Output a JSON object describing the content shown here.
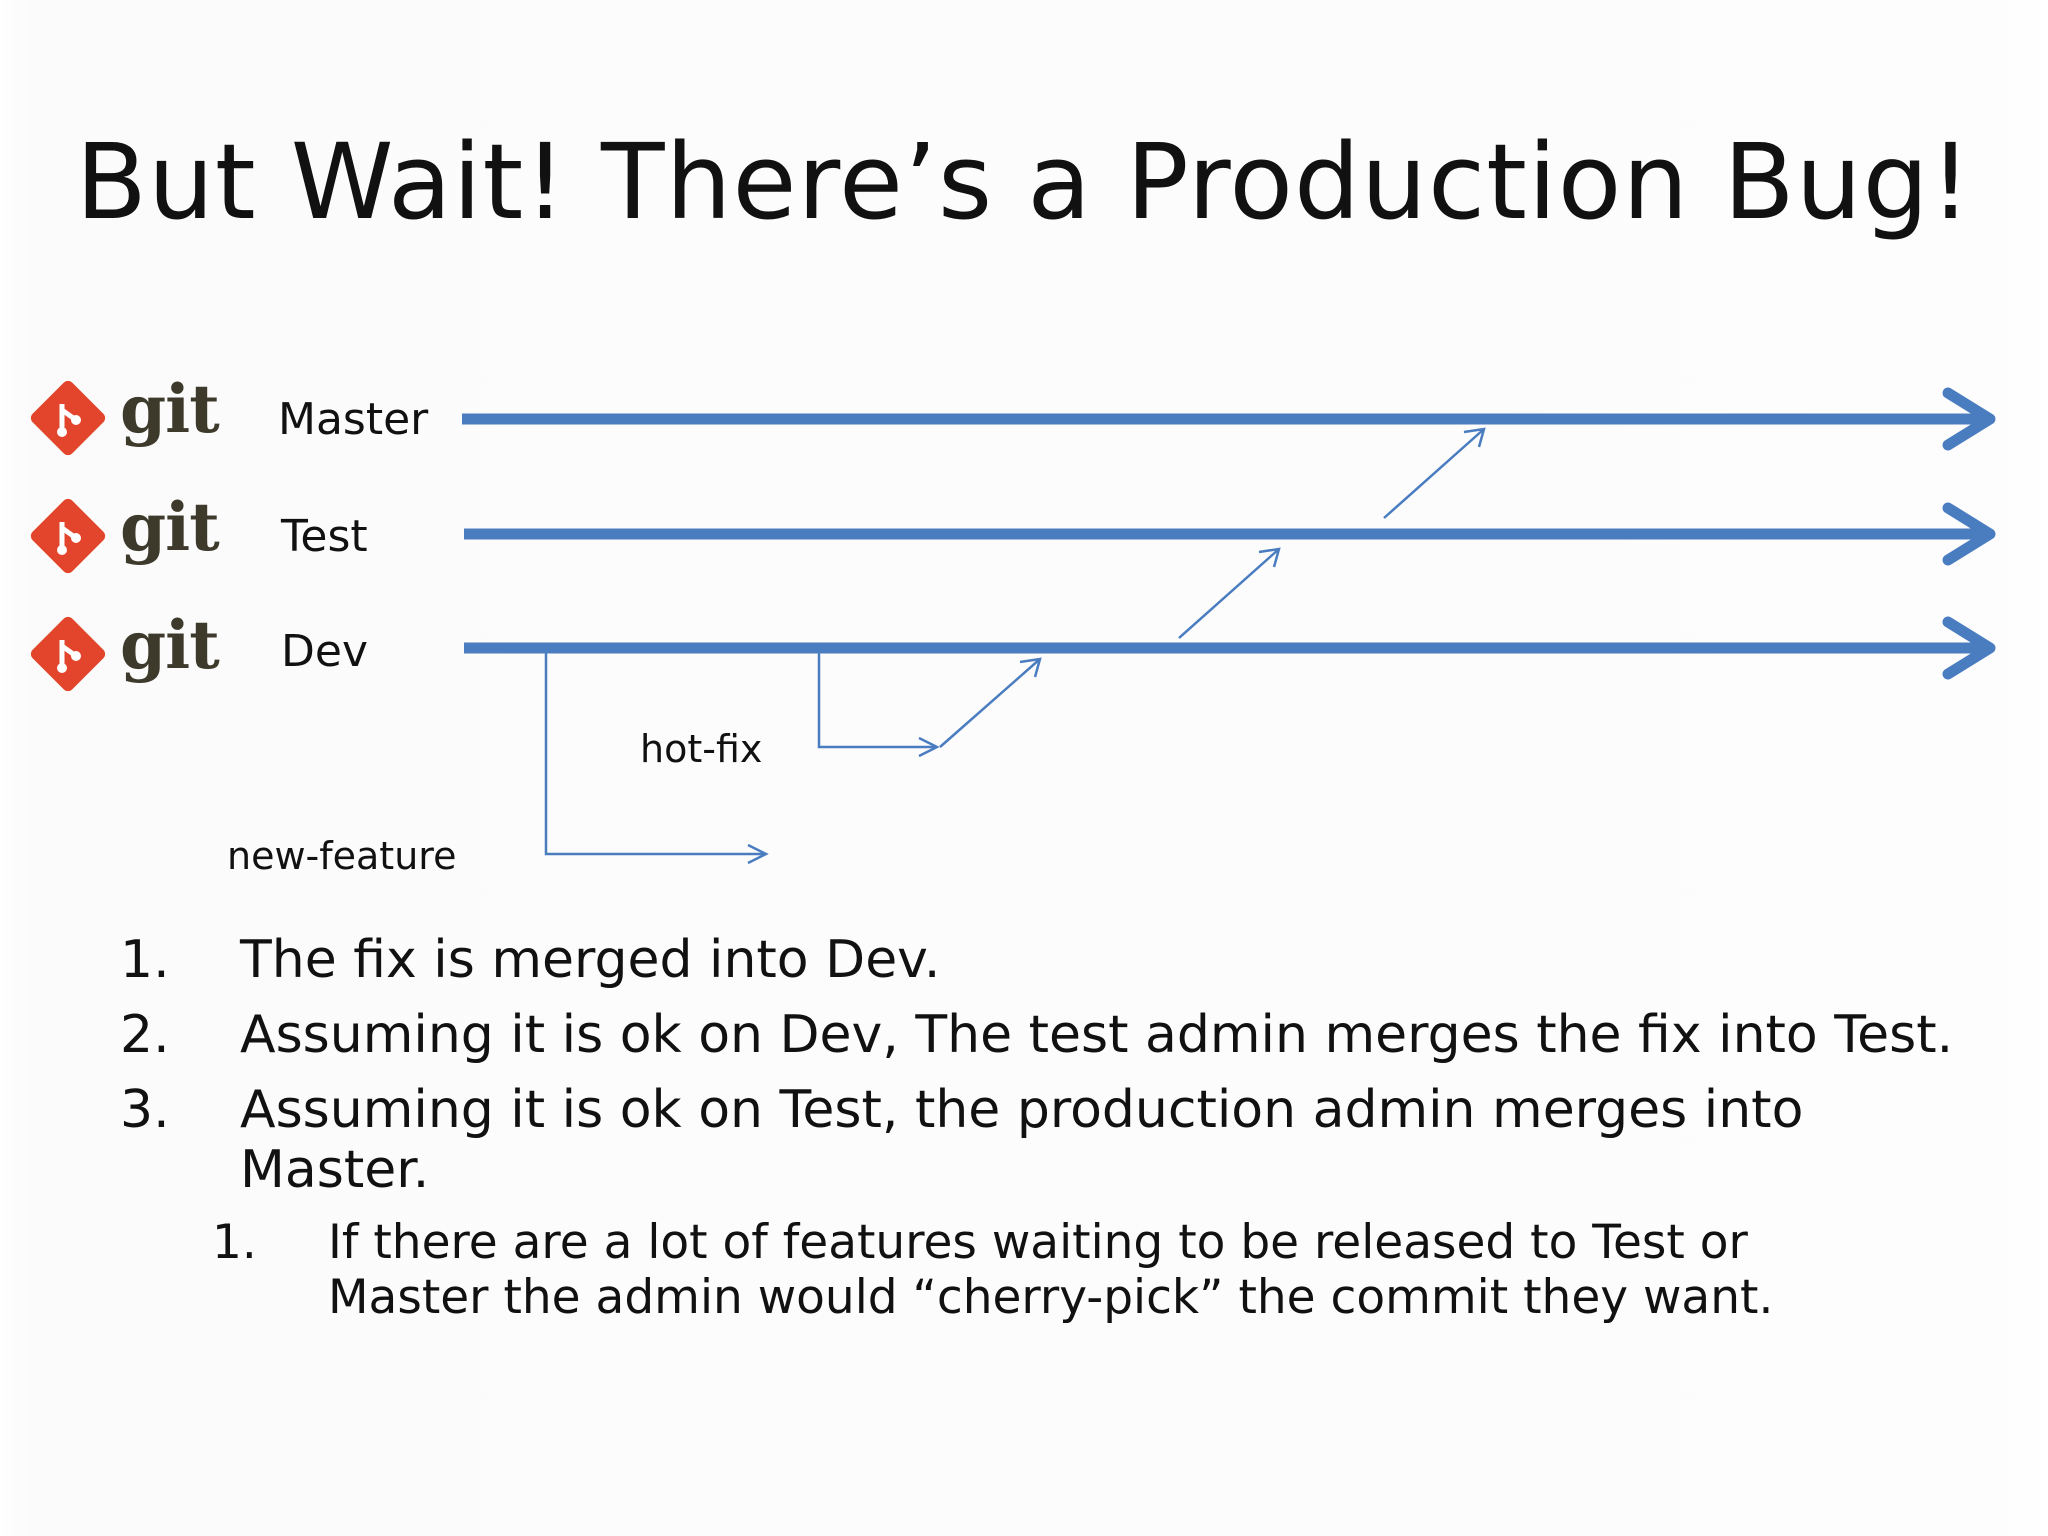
{
  "slide": {
    "title": "But Wait!  There’s a Production Bug!"
  },
  "logo": {
    "wordmark": "git",
    "icon": "git-diamond-icon",
    "color": "#e2452c"
  },
  "diagram": {
    "line_color": "#4a7cc0",
    "branches": [
      {
        "id": "master",
        "label": "Master"
      },
      {
        "id": "test",
        "label": "Test"
      },
      {
        "id": "dev",
        "label": "Dev"
      }
    ],
    "sub_branches": [
      {
        "id": "hot-fix",
        "label": "hot-fix"
      },
      {
        "id": "new-feature",
        "label": "new-feature"
      }
    ]
  },
  "steps": [
    {
      "num": "1.",
      "text": "The fix is merged into Dev."
    },
    {
      "num": "2.",
      "text": "Assuming it is ok on Dev, The test admin merges the fix into Test."
    },
    {
      "num": "3.",
      "text": "Assuming it is ok on Test, the production admin merges into Master."
    }
  ],
  "substeps": [
    {
      "num": "1.",
      "text": "If there are a lot of features waiting to be released to Test or Master the admin would “cherry-pick” the commit they want."
    }
  ]
}
